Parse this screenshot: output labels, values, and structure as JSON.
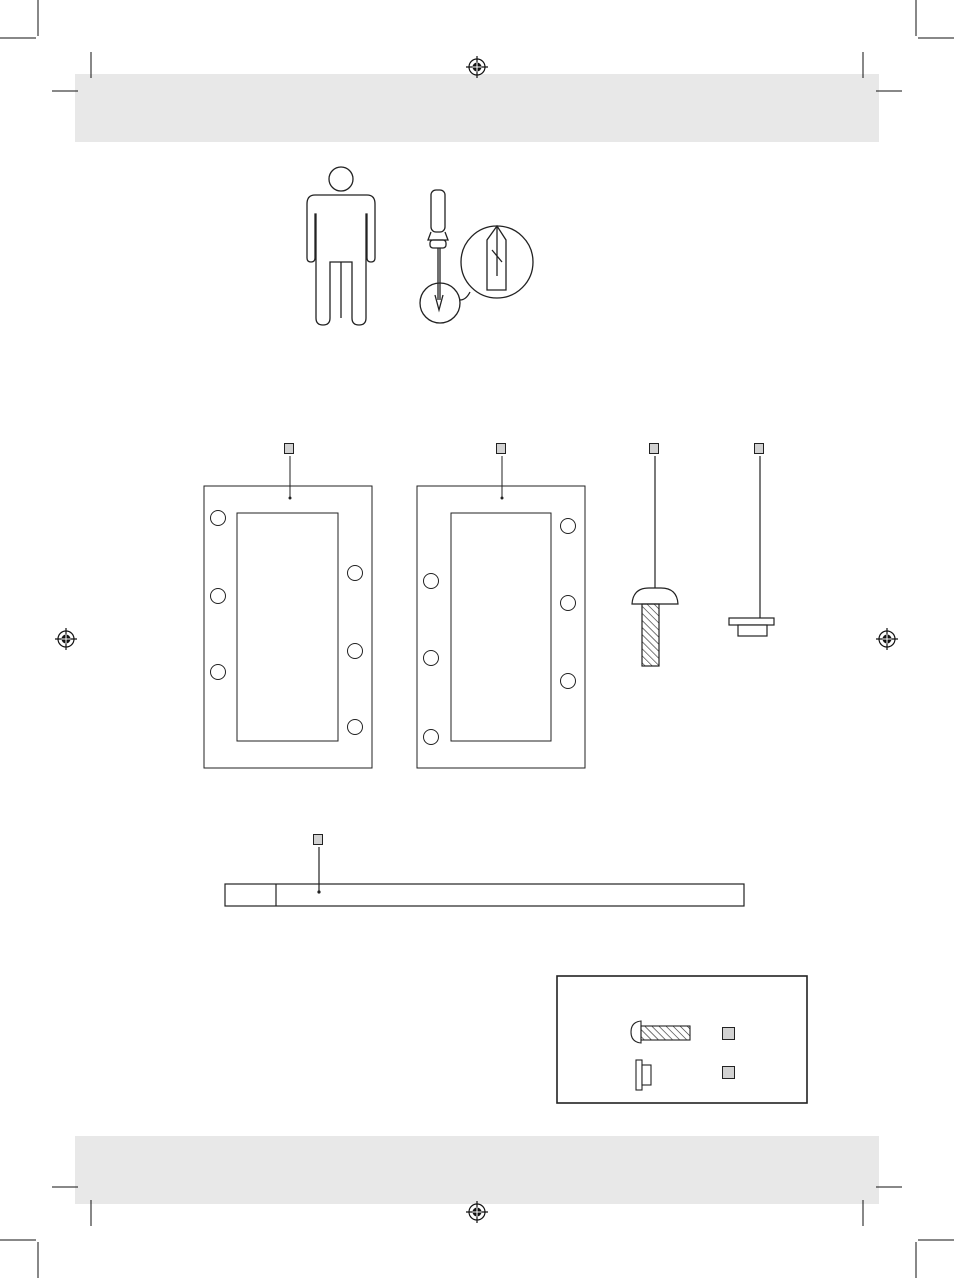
{
  "page": {
    "band_color": "#e8e8e8",
    "line_color": "#222222",
    "label_fill": "#d2d2d2"
  },
  "icons": {
    "person": "person-icon",
    "screwdriver": "phillips-screwdriver-icon",
    "registration": "registration-mark-icon"
  },
  "parts": [
    {
      "kind": "side-panel-left",
      "label": ""
    },
    {
      "kind": "side-panel-right",
      "label": ""
    },
    {
      "kind": "screw",
      "label": ""
    },
    {
      "kind": "cap",
      "label": ""
    },
    {
      "kind": "rod",
      "label": ""
    }
  ],
  "hardware_box": {
    "rows": [
      {
        "icon": "screw-icon",
        "label": ""
      },
      {
        "icon": "cap-icon",
        "label": ""
      }
    ]
  }
}
